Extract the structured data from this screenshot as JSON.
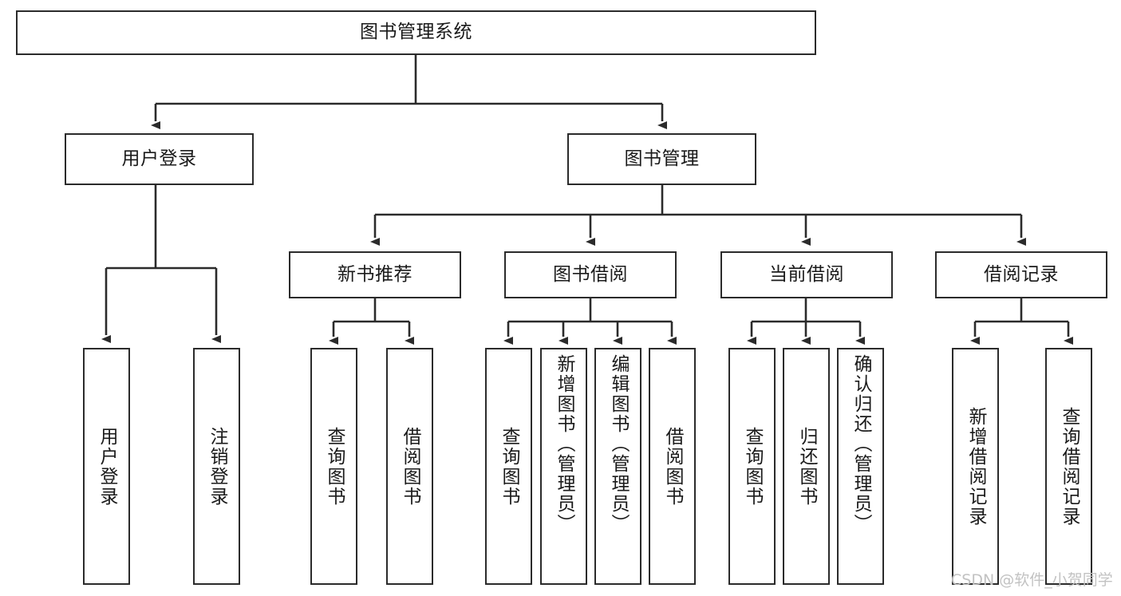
{
  "diagram": {
    "type": "tree",
    "title": "图书管理系统",
    "root": {
      "label": "图书管理系统"
    },
    "level2": [
      {
        "label": "用户登录"
      },
      {
        "label": "图书管理"
      }
    ],
    "level3": [
      {
        "label": "新书推荐"
      },
      {
        "label": "图书借阅"
      },
      {
        "label": "当前借阅"
      },
      {
        "label": "借阅记录"
      }
    ],
    "leaves": {
      "user_login": [
        {
          "label": "用户登录"
        },
        {
          "label": "注销登录"
        }
      ],
      "new_book_recommend": [
        {
          "label": "查询图书"
        },
        {
          "label": "借阅图书"
        }
      ],
      "book_borrow": [
        {
          "label": "查询图书"
        },
        {
          "label": "新增图书（管理员）"
        },
        {
          "label": "编辑图书（管理员）"
        },
        {
          "label": "借阅图书"
        }
      ],
      "current_borrow": [
        {
          "label": "查询图书"
        },
        {
          "label": "归还图书"
        },
        {
          "label": "确认归还（管理员）"
        }
      ],
      "borrow_record": [
        {
          "label": "新增借阅记录"
        },
        {
          "label": "查询借阅记录"
        }
      ]
    }
  },
  "watermark": {
    "text": "CSDN @软件_小贺同学"
  },
  "colors": {
    "box_border": "#2b2b2b",
    "box_fill": "#ffffff",
    "line": "#2b2b2b",
    "text": "#1a1a1a",
    "watermark": "#c2c2c2",
    "background": "#ffffff"
  }
}
